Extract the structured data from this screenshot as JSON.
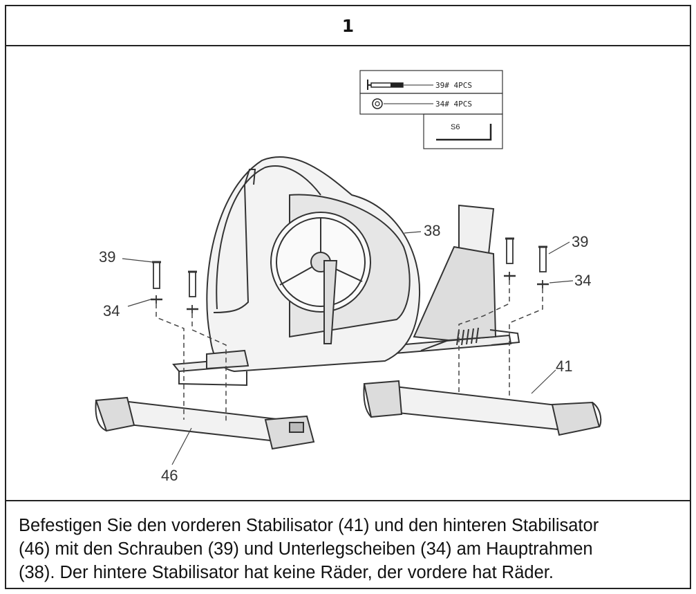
{
  "step": {
    "number": "1"
  },
  "hardware_box": {
    "bolt": {
      "label": "39# 4PCS",
      "icon": "bolt-icon"
    },
    "washer": {
      "label": "34# 4PCS",
      "icon": "washer-icon"
    },
    "tool": {
      "label": "S6",
      "icon": "allen-key-icon"
    }
  },
  "part_labels": {
    "main_frame": "38",
    "bolt_left": "39",
    "washer_left": "34",
    "bolt_right": "39",
    "washer_right": "34",
    "front_stabilizer": "41",
    "rear_stabilizer": "46"
  },
  "caption": {
    "lines": [
      "Befestigen Sie den vorderen Stabilisator (41) und den hinteren Stabilisator",
      "(46) mit den Schrauben (39) und Unterlegscheiben (34) am Hauptrahmen",
      "(38). Der hintere Stabilisator hat keine Räder, der vordere hat Räder."
    ]
  }
}
